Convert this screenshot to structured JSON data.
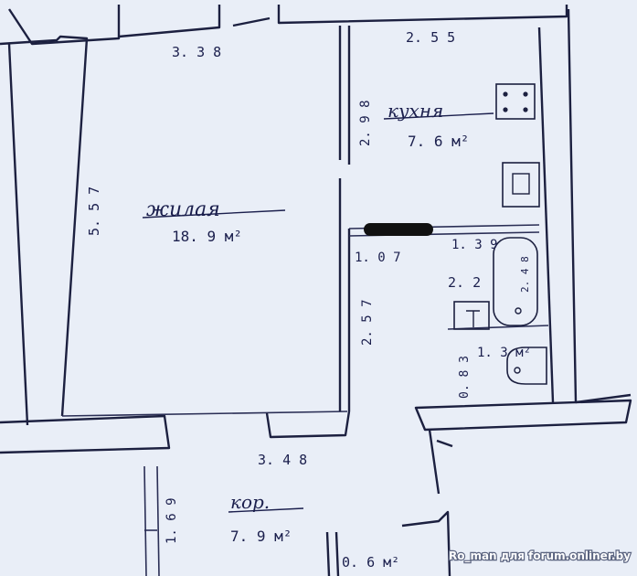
{
  "dimensions": {
    "living_top": "3. 3 8",
    "kitchen_top": "2. 5 5",
    "living_side": "5. 5 7",
    "living_bottom": "3. 4 8",
    "kitchen_side": "2. 9 8",
    "hall_step": "1. 0 7",
    "bath_width": "1. 3 9",
    "bath_side": "2. 5 7",
    "bath_small": "0. 8 3",
    "bath_inner": "2. 4 8",
    "corridor_side": "1. 6 9"
  },
  "rooms": {
    "living_name": "жилая",
    "living_area": "18. 9 м²",
    "kitchen_name": "кухня",
    "kitchen_area": "7. 6 м²",
    "bathroom_area": "2. 2",
    "wc_area": "1. 3 м²",
    "corridor_name": "кор.",
    "corridor_area": "7. 9 м²",
    "closet_area": "0. 6 м²"
  },
  "watermark": "Ro_man для forum.onliner.by",
  "colors": {
    "paper": "#e9eef7",
    "ink": "#1b1f4d",
    "redaction": "#111111"
  }
}
